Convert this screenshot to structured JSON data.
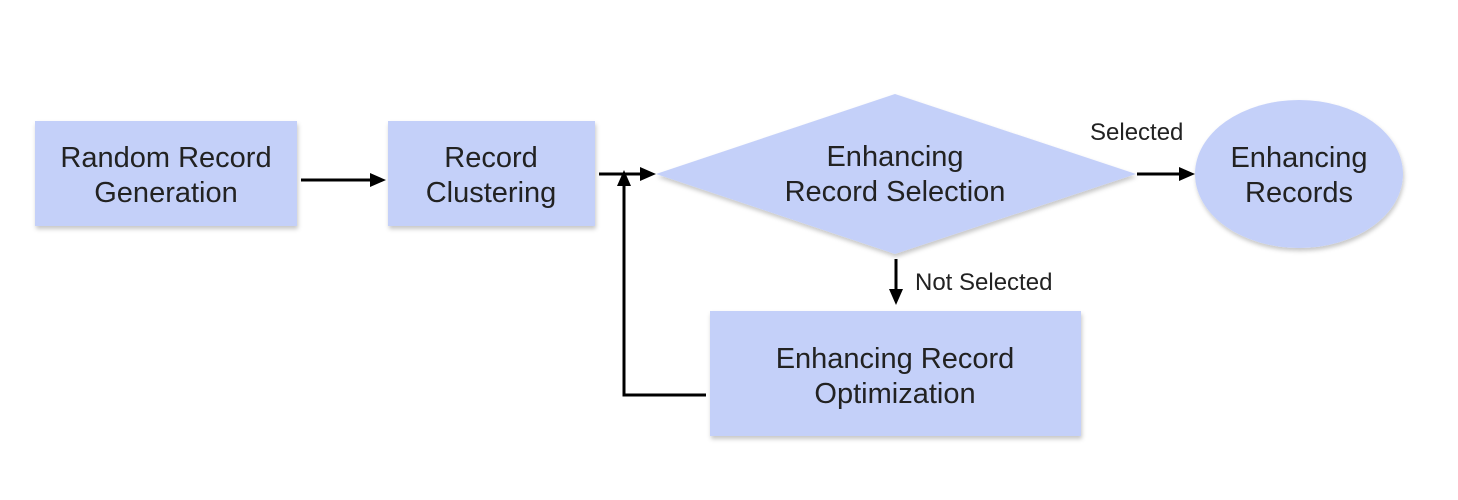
{
  "diagram": {
    "nodes": {
      "random_record_generation": {
        "line1": "Random Record",
        "line2": "Generation"
      },
      "record_clustering": {
        "line1": "Record",
        "line2": "Clustering"
      },
      "enhancing_record_selection": {
        "line1": "Enhancing",
        "line2": "Record Selection"
      },
      "enhancing_records": {
        "line1": "Enhancing",
        "line2": "Records"
      },
      "enhancing_record_optimization": {
        "line1": "Enhancing Record",
        "line2": "Optimization"
      }
    },
    "edges": {
      "selected_label": "Selected",
      "not_selected_label": "Not Selected"
    },
    "colors": {
      "node_fill": "#c4d0f9",
      "arrow": "#000000"
    }
  }
}
